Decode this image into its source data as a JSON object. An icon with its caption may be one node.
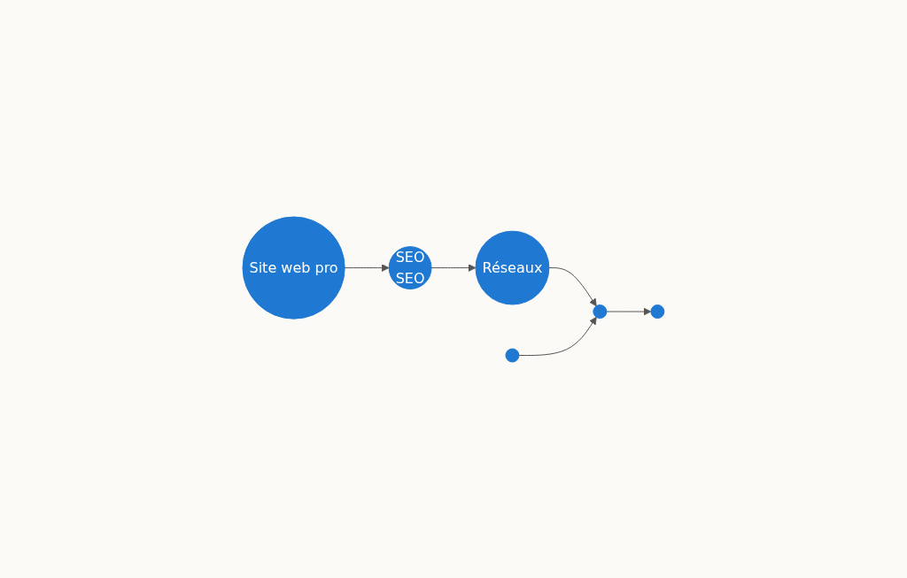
{
  "diagram": {
    "nodes": [
      {
        "text": [
          "Site web pro"
        ]
      },
      {
        "text": [
          "SEO",
          "SEO"
        ]
      },
      {
        "text": [
          "Réseaux"
        ]
      },
      {
        "text": [],
        "shape": "circle"
      },
      {
        "text": [],
        "shape": "circle"
      },
      {
        "text": [],
        "shape": "circle"
      }
    ],
    "edges": [
      {
        "from": 0,
        "to": 1,
        "arrow": "to"
      },
      {
        "from": 1,
        "to": 2,
        "arrow": "to"
      },
      {
        "from": 2,
        "to": 4,
        "arrow": "to"
      },
      {
        "from": 3,
        "to": 4,
        "arrow": "to"
      },
      {
        "from": 4,
        "to": 5,
        "arrow": "to"
      }
    ]
  }
}
